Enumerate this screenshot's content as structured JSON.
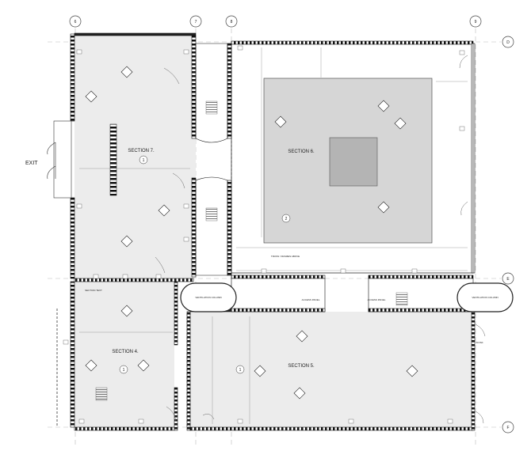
{
  "grid": {
    "top": [
      "6",
      "7",
      "8",
      "9"
    ],
    "right": [
      "D",
      "E",
      "F"
    ]
  },
  "exit_label": "EXIT",
  "sections": {
    "s7": "SECTION 7.",
    "s6": "SECTION 6.",
    "s4": "SECTION 4.",
    "s5": "SECTION 5."
  },
  "markers": {
    "s7": "1",
    "s6": "2",
    "s4": "1",
    "s5": "1"
  },
  "annotations": {
    "ventilation_column": "VENTILATION COLUMN",
    "access_panel": "ACCESS PANEL",
    "section_text": "SECTION TEXT",
    "trusses": "TRUSS / FRAMES ABOVE",
    "kiosk": "KIOSK"
  }
}
